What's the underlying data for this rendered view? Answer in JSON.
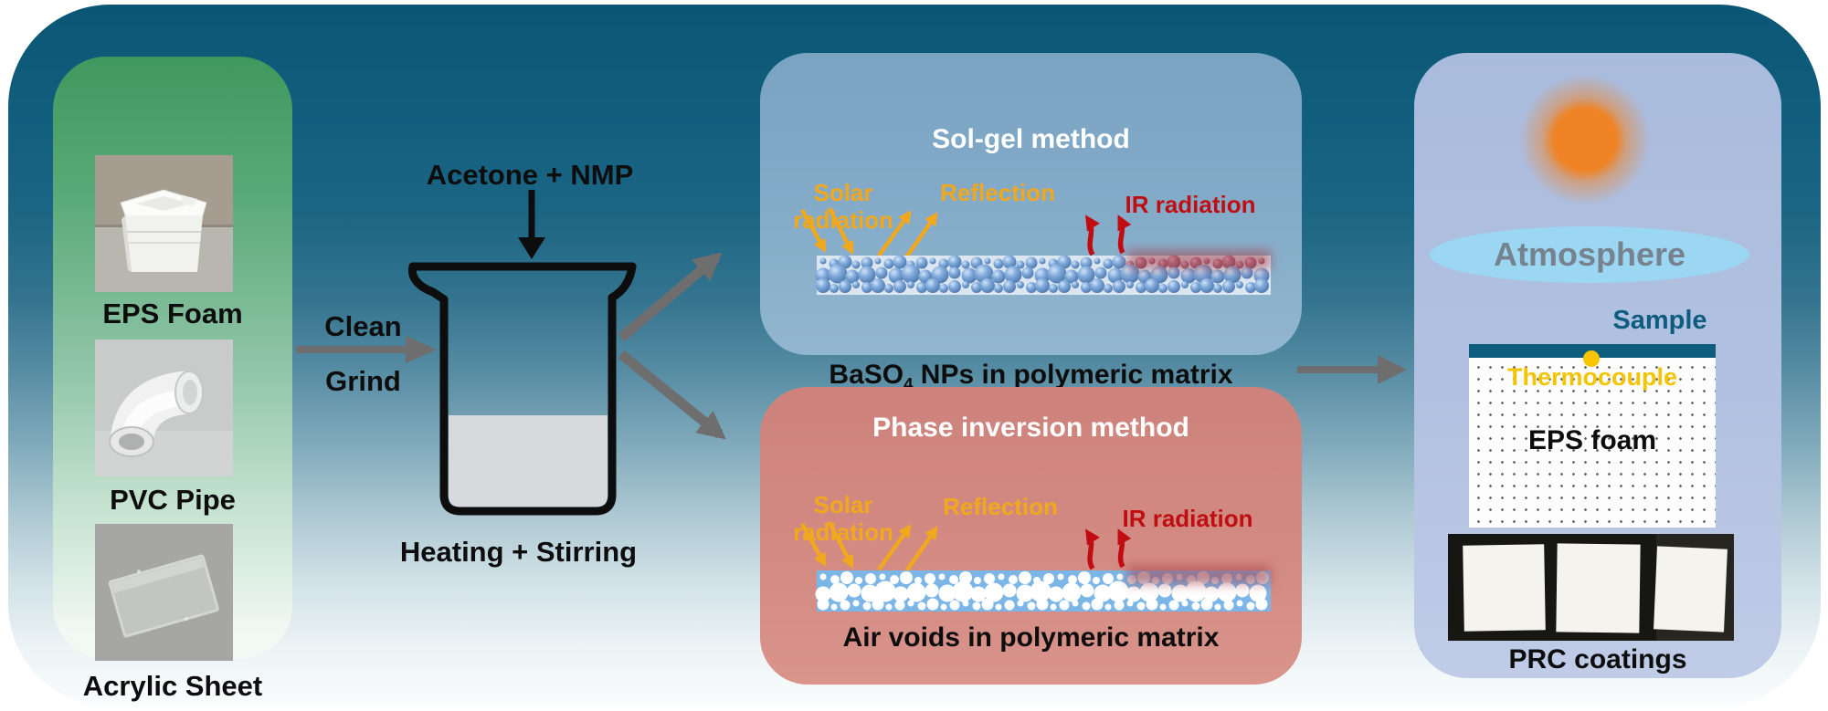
{
  "figure": {
    "materials": {
      "items": [
        {
          "label": "EPS Foam"
        },
        {
          "label": "PVC Pipe"
        },
        {
          "label": "Acrylic Sheet"
        }
      ]
    },
    "process": {
      "input": "Acetone + NMP",
      "step1": "Clean",
      "step2": "Grind",
      "operation": "Heating + Stirring"
    },
    "solgel": {
      "title": "Sol-gel method",
      "solar": "Solar radiation",
      "reflection": "Reflection",
      "ir": "IR radiation",
      "caption_pre": "BaSO",
      "caption_sub": "4",
      "caption_post": " NPs in polymeric matrix"
    },
    "phase": {
      "title": "Phase inversion method",
      "solar": "Solar radiation",
      "reflection": "Reflection",
      "ir": "IR radiation",
      "caption": "Air voids in polymeric matrix"
    },
    "test": {
      "atmosphere": "Atmosphere",
      "sample": "Sample",
      "thermocouple": "Thermocouple",
      "foam": "EPS foam",
      "coatings": "PRC coatings"
    },
    "colors": {
      "solar_accent": "#f2a81d",
      "ir_accent": "#c00d12",
      "teal_accent": "#0f5d7e",
      "thermocouple_yellow": "#f4c400",
      "sun_orange": "#ef8326",
      "arrow_gray": "#6e6e6e"
    }
  }
}
